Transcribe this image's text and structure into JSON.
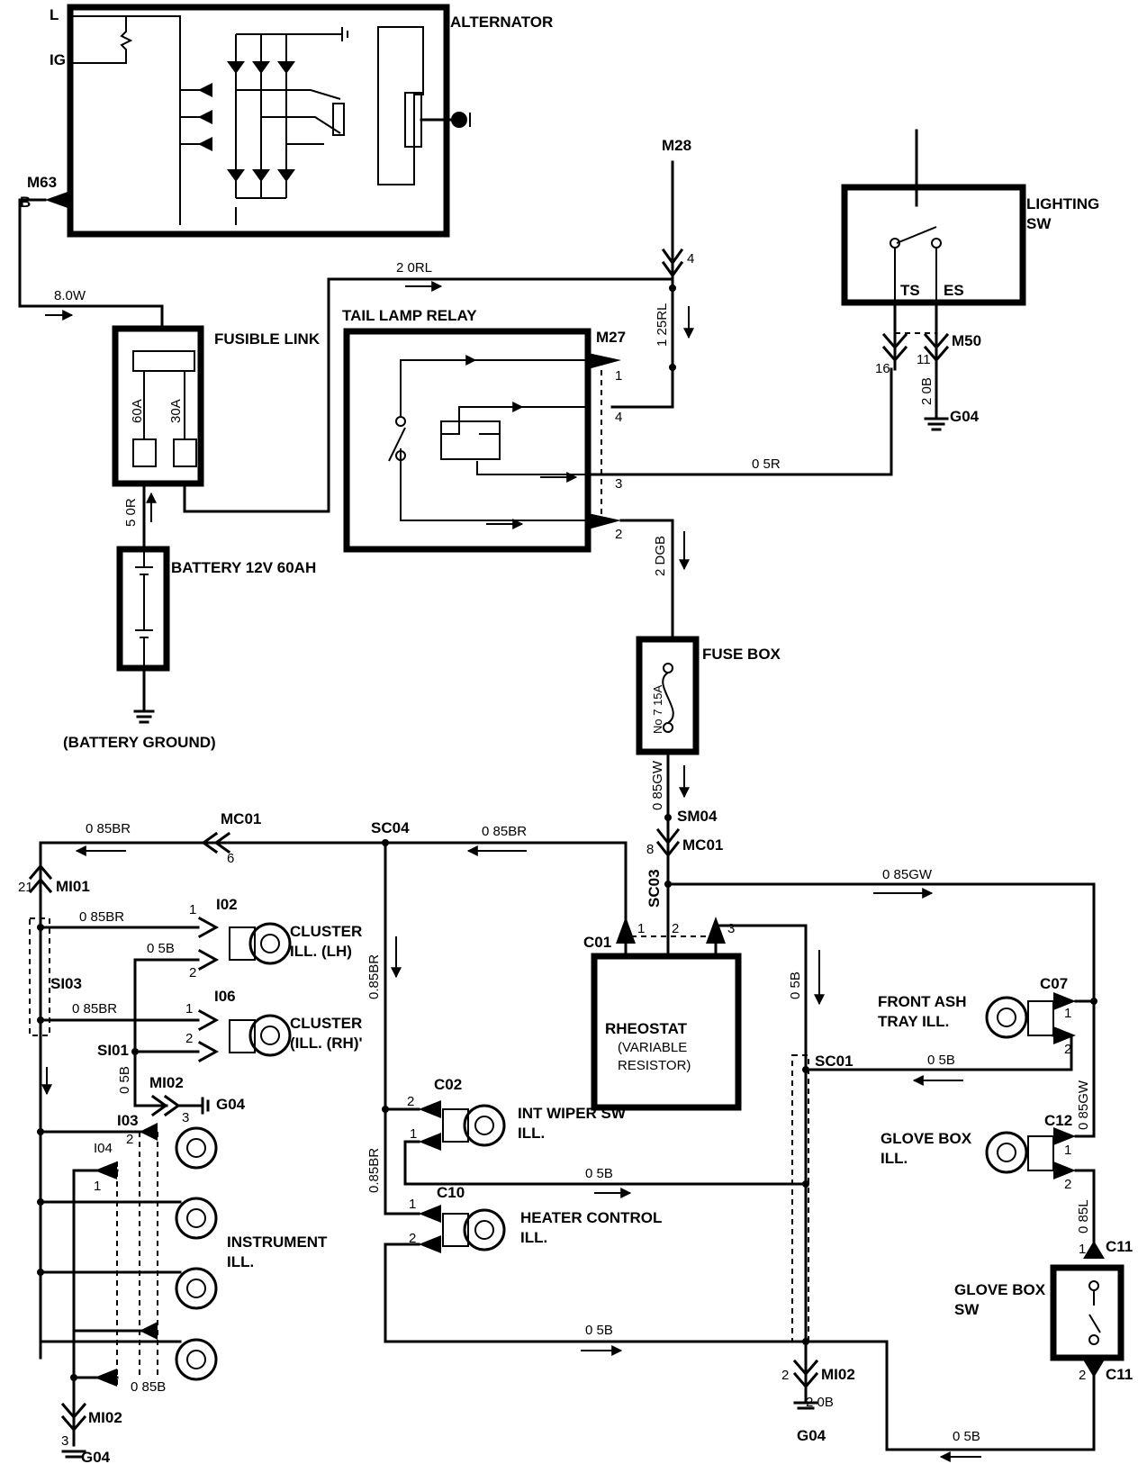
{
  "components": {
    "alternator": "ALTERNATOR",
    "alt_terminal_l": "L",
    "alt_terminal_ig": "IG",
    "alt_terminal_b": "B",
    "alt_connector": "M63",
    "fusible_link": "FUSIBLE LINK",
    "fuse_60a": "60A",
    "fuse_30a": "30A",
    "battery": "BATTERY 12V 60AH",
    "battery_ground": "(BATTERY GROUND)",
    "tail_lamp_relay": "TAIL LAMP RELAY",
    "relay_connector": "M27",
    "lighting_sw_line1": "LIGHTING",
    "lighting_sw_line2": "SW",
    "ts": "TS",
    "es": "ES",
    "m50": "M50",
    "m28": "M28",
    "fuse_box": "FUSE BOX",
    "fuse_no": "No 7 15A",
    "rheostat": "RHEOSTAT",
    "rheostat_sub1": "(VARIABLE",
    "rheostat_sub2": "RESISTOR)",
    "cluster_lh_1": "CLUSTER",
    "cluster_lh_2": "ILL. (LH)",
    "cluster_rh_1": "CLUSTER",
    "cluster_rh_2": "(ILL. (RH)'",
    "instrument_1": "INSTRUMENT",
    "instrument_2": "ILL.",
    "int_wiper_1": "INT WIPER SW",
    "int_wiper_2": "ILL.",
    "heater_1": "HEATER CONTROL",
    "heater_2": "ILL.",
    "front_ash_1": "FRONT ASH",
    "front_ash_2": "TRAY ILL.",
    "glove_box_1": "GLOVE BOX",
    "glove_box_2": "ILL.",
    "glove_sw_1": "GLOVE BOX",
    "glove_sw_2": "SW"
  },
  "wires": {
    "w_80w": "8.0W",
    "w_20rl": "2 0RL",
    "w_125rl": "1 25RL",
    "w_50r": "5 0R",
    "w_05r": "0 5R",
    "w_20b": "2 0B",
    "w_2dgb": "2 DGB",
    "w_085gw": "0 85GW",
    "w_085gw_r": "0 85GW",
    "w_085br_top": "0 85BR",
    "w_085br_mid": "0 85BR",
    "w_085br_c1": "0 85BR",
    "w_085br_c2": "0 85BR",
    "w_085br_v1": "0.85BR",
    "w_085br_v2": "0.85BR",
    "w_05b_c": "0 5B",
    "w_05b_v": "0 5B",
    "w_05b_int": "0 5B",
    "w_05b_heat": "0 5B",
    "w_05b_sc01": "0 5B",
    "w_05b_rv": "0 5B",
    "w_05b_bottom": "0 5B",
    "w_085b": "0 85B",
    "w_085gw_v": "0 85GW",
    "w_085l": "0 85L",
    "w_20b_b": "2 0B"
  },
  "connectors": {
    "sm04": "SM04",
    "mc01": "MC01",
    "mc01_l": "MC01",
    "sc04": "SC04",
    "sc03": "SC03",
    "sc01": "SC01",
    "c01": "C01",
    "mi01": "MI01",
    "si03": "SI03",
    "si01": "SI01",
    "mi02": "MI02",
    "mi02_b": "MI02",
    "mi02_c": "MI02",
    "i02": "I02",
    "i06": "I06",
    "i03": "I03",
    "i04": "I04",
    "c02": "C02",
    "c10": "C10",
    "c07": "C07",
    "c12": "C12",
    "c11_top": "C11",
    "c11_bot": "C11",
    "g04_a": "G04",
    "g04_b": "G04",
    "g04_c": "G04",
    "g04_d": "G04"
  },
  "pins": {
    "p4": "4",
    "p1": "1",
    "p4b": "4",
    "p3": "3",
    "p2": "2",
    "p16": "16",
    "p11": "11",
    "p8": "8",
    "p6": "6",
    "p21": "21",
    "r1": "1",
    "r2": "2",
    "r3": "3",
    "i02_1": "1",
    "i02_2": "2",
    "i06_1": "1",
    "i06_2": "2",
    "mi02_3": "3",
    "i03_2": "2",
    "i04_1": "1",
    "c02_2": "2",
    "c02_1": "1",
    "c10_1": "1",
    "c10_2": "2",
    "c07_1": "1",
    "c07_2": "2",
    "c12_1": "1",
    "c12_2": "2",
    "c11_1": "1",
    "c11_2": "2",
    "mi02b_2": "2",
    "mi02_3b": "3"
  }
}
